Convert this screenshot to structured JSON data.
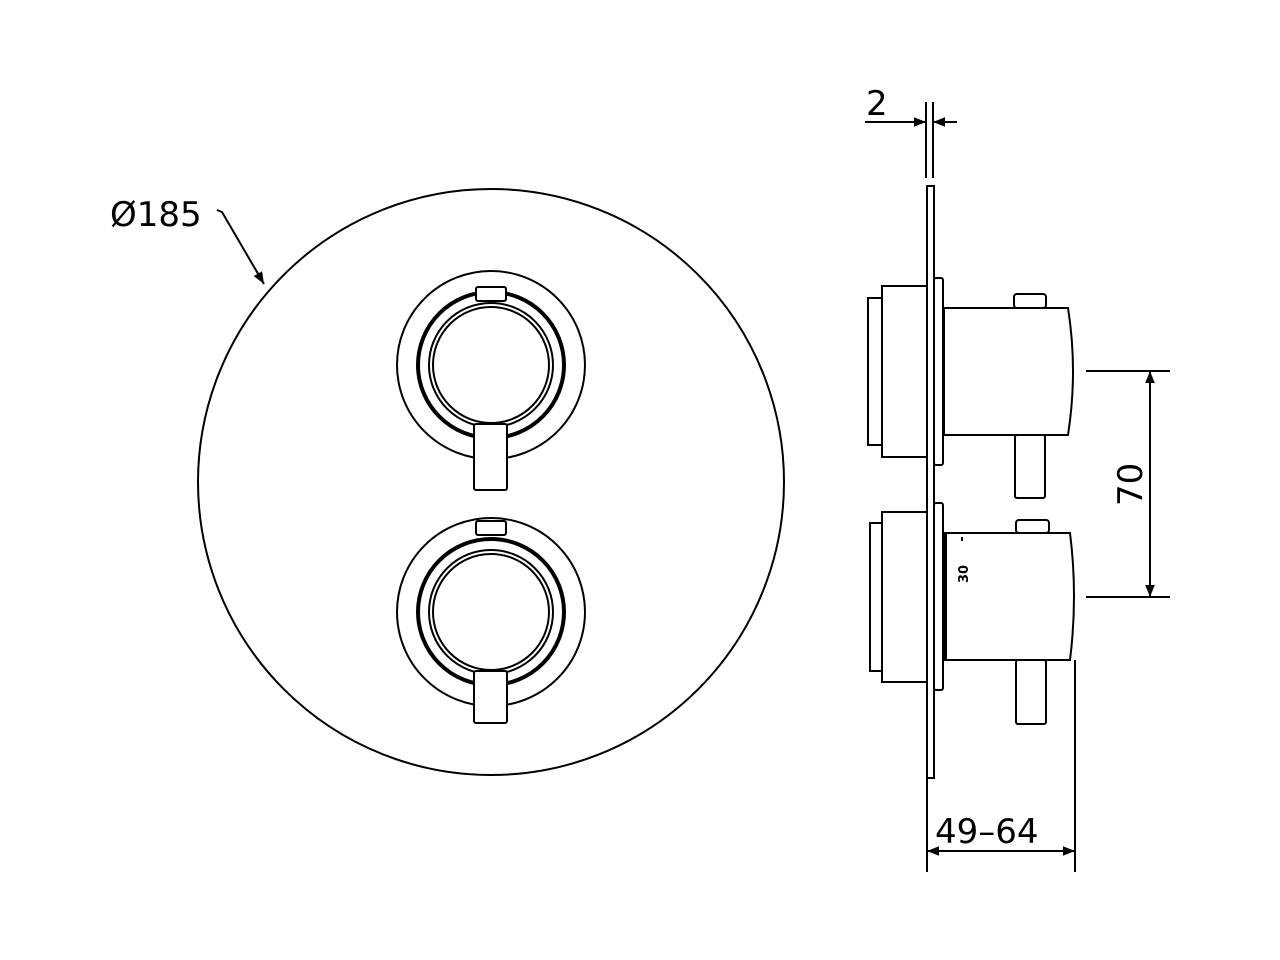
{
  "dimensions": {
    "diameter": "Ø185",
    "plate_thickness": "2",
    "handle_spacing": "70",
    "projection": "49–64"
  },
  "side_view": {
    "scale_mark": "30"
  },
  "colors": {
    "line": "#000000",
    "background": "#ffffff"
  }
}
